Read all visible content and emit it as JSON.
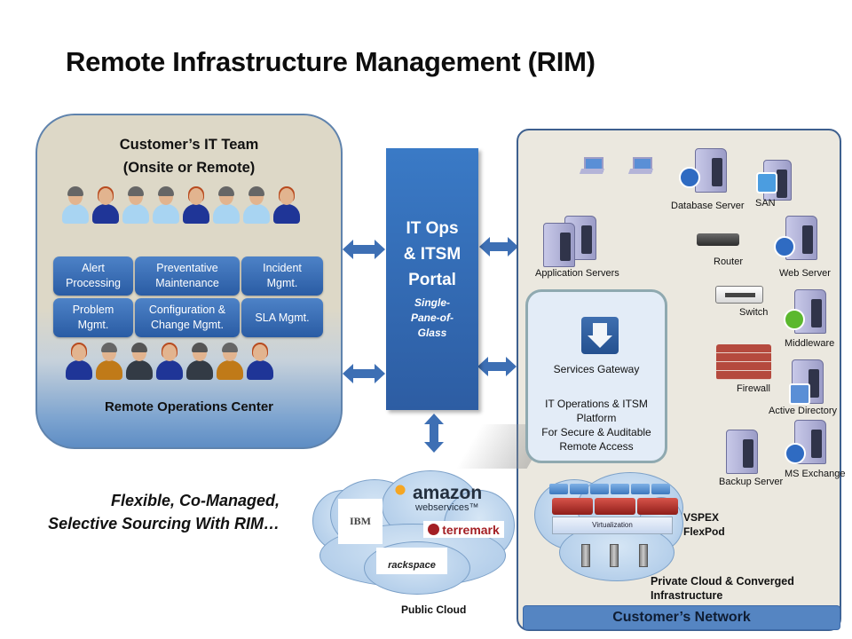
{
  "title": "Remote Infrastructure Management (RIM)",
  "left_panel": {
    "title_line1": "Customer’s  IT Team",
    "title_line2": "(Onsite or Remote)",
    "services": [
      {
        "line1": "Alert",
        "line2": "Processing"
      },
      {
        "line1": "Preventative",
        "line2": "Maintenance"
      },
      {
        "line1": "Incident",
        "line2": "Mgmt."
      },
      {
        "line1": "Problem",
        "line2": "Mgmt."
      },
      {
        "line1": "Configuration &",
        "line2": "Change Mgmt."
      },
      {
        "line1": "SLA Mgmt.",
        "line2": ""
      }
    ],
    "bottom_label": "Remote Operations Center"
  },
  "portal": {
    "title_line1": "IT Ops",
    "title_line2": "& ITSM",
    "title_line3": "Portal",
    "sub_line1": "Single-",
    "sub_line2": "Pane-of-",
    "sub_line3": "Glass"
  },
  "tagline": {
    "line1": "Flexible, Co-Managed,",
    "line2": "Selective Sourcing With RIM…"
  },
  "public_cloud": {
    "label": "Public Cloud",
    "providers": [
      "IBM",
      "amazon",
      "webservices™",
      "terremark",
      "rackspace"
    ]
  },
  "customer_network": {
    "label": "Customer’s Network",
    "nodes": {
      "database_server": "Database Server",
      "san": "SAN",
      "application_servers": "Application Servers",
      "router": "Router",
      "web_server": "Web Server",
      "switch": "Switch",
      "middleware": "Middleware",
      "firewall": "Firewall",
      "active_directory": "Active Directory",
      "backup_server": "Backup Server",
      "ms_exchange": "MS Exchange"
    },
    "gateway": {
      "name": "Services Gateway",
      "desc_line1": "IT Operations & ITSM",
      "desc_line2": "Platform",
      "desc_line3": "For Secure & Auditable",
      "desc_line4": "Remote Access"
    },
    "private_cloud": {
      "virtualization": "Virtualization",
      "vspex_line1": "VSPEX",
      "vspex_line2": "FlexPod",
      "label_line1": "Private Cloud & Converged",
      "label_line2": "Infrastructure"
    }
  },
  "colors": {
    "accent_blue": "#2d5da3",
    "panel_beige": "#ddd8c7",
    "network_bar": "#5585c2"
  }
}
